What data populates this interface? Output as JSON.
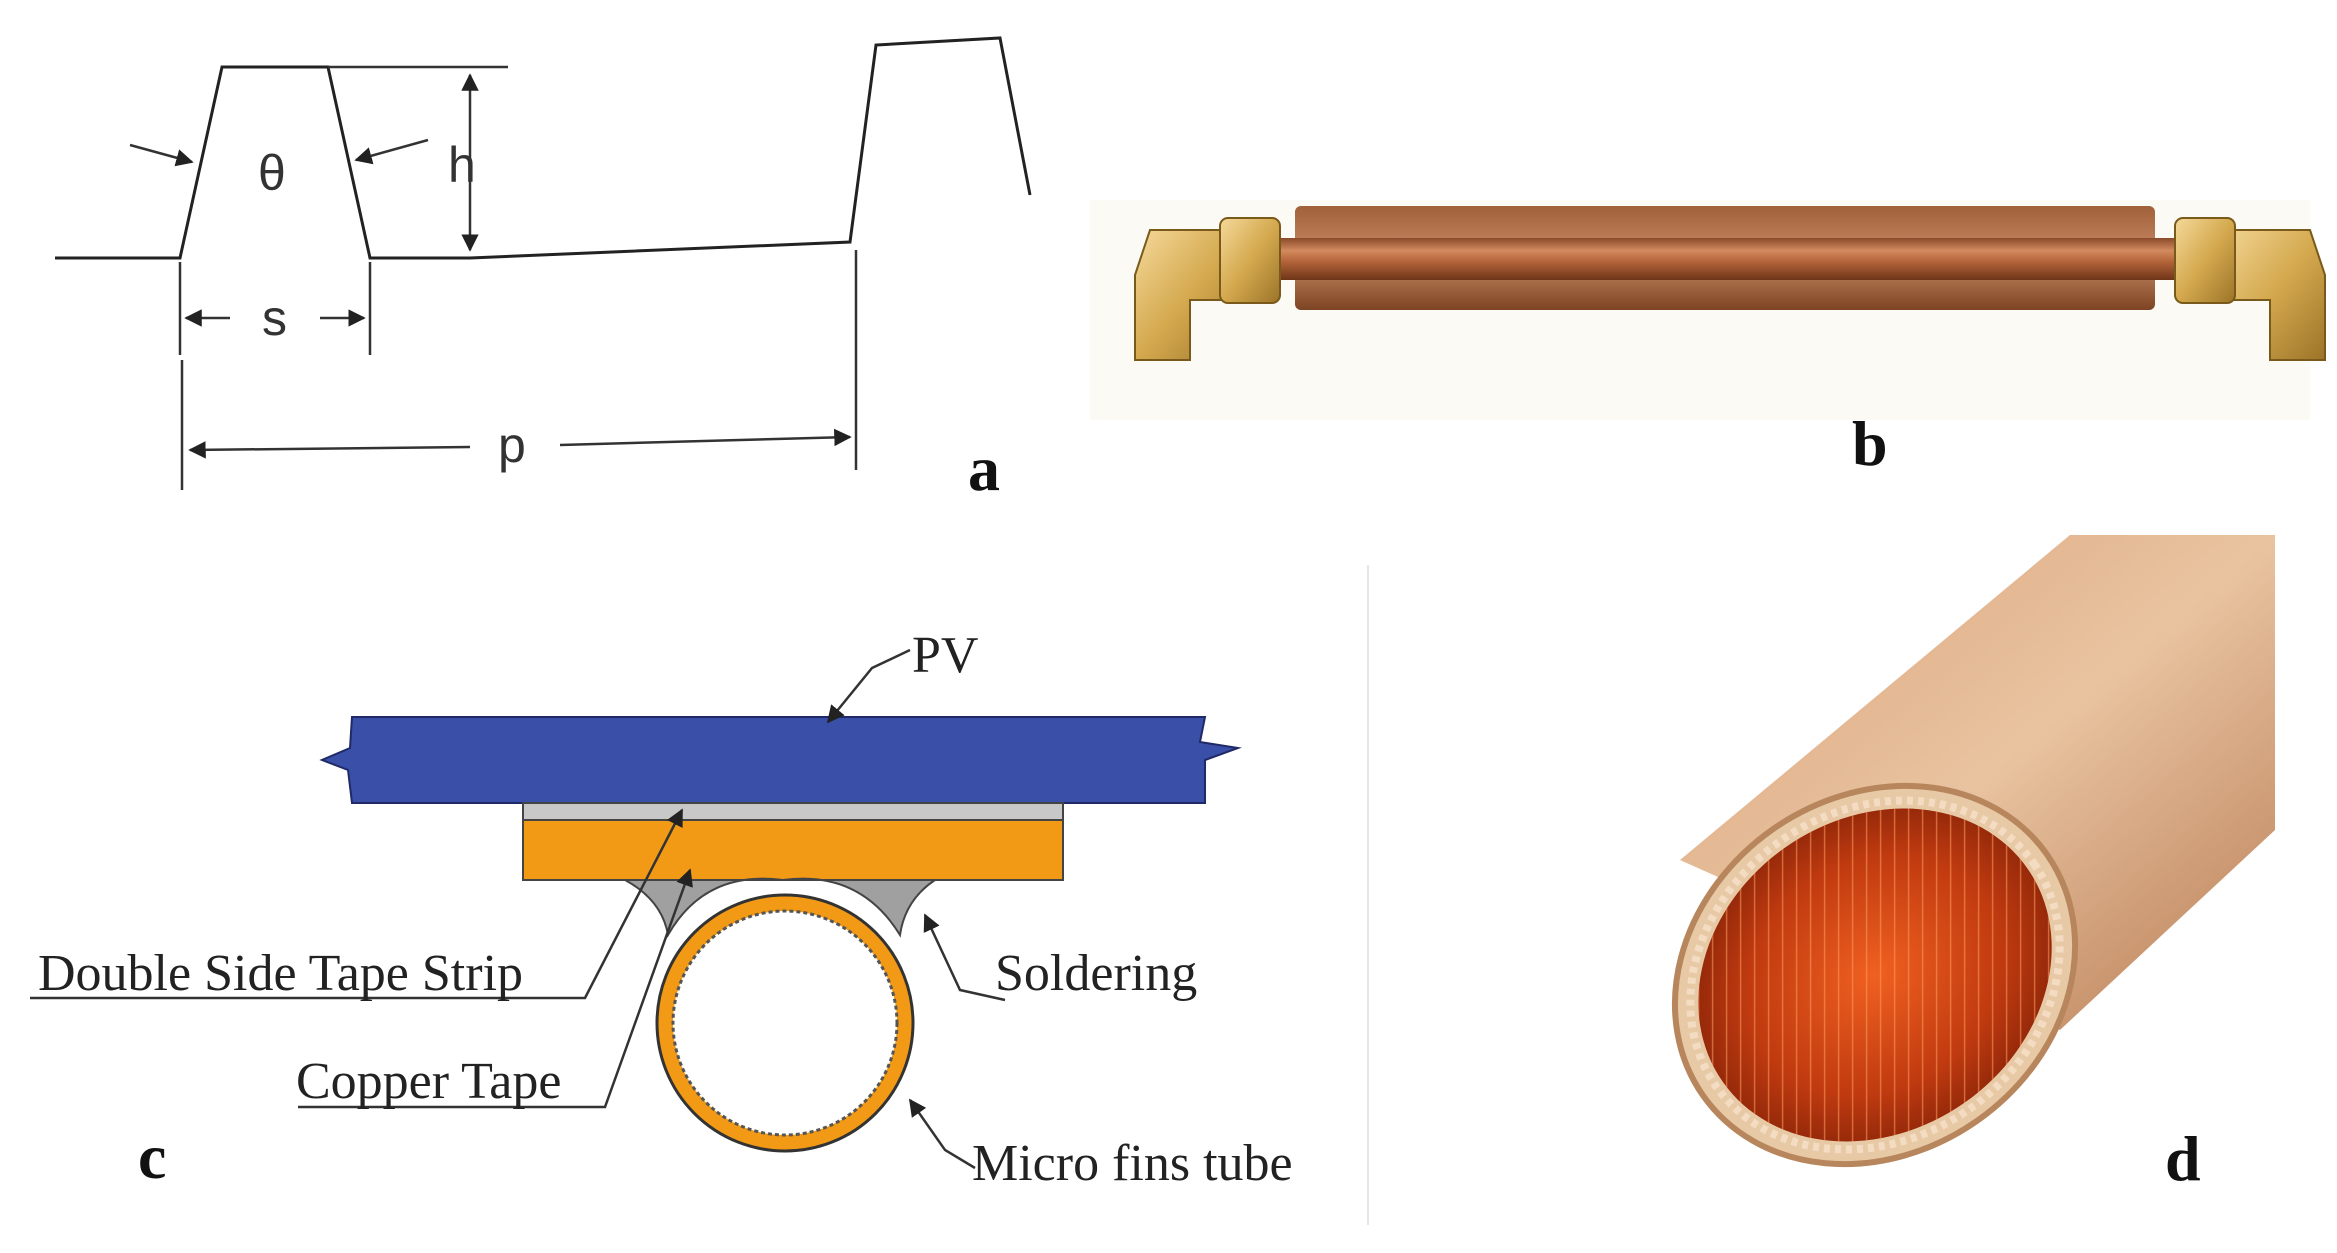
{
  "panel_a": {
    "letter": "a",
    "labels": {
      "theta": "θ",
      "h": "h",
      "s": "s",
      "p": "p"
    }
  },
  "panel_b": {
    "letter": "b"
  },
  "panel_c": {
    "letter": "c",
    "labels": {
      "pv": "PV",
      "tape": "Double Side Tape Strip",
      "copper": "Copper Tape",
      "solder": "Soldering",
      "tube": "Micro fins tube"
    },
    "colors": {
      "pv": "#3a4fa8",
      "copper_tape": "#f29a16",
      "double_side_tape": "#c8c8c8",
      "soldering": "#a0a0a0",
      "tube": "#f29a16"
    }
  },
  "panel_d": {
    "letter": "d"
  }
}
